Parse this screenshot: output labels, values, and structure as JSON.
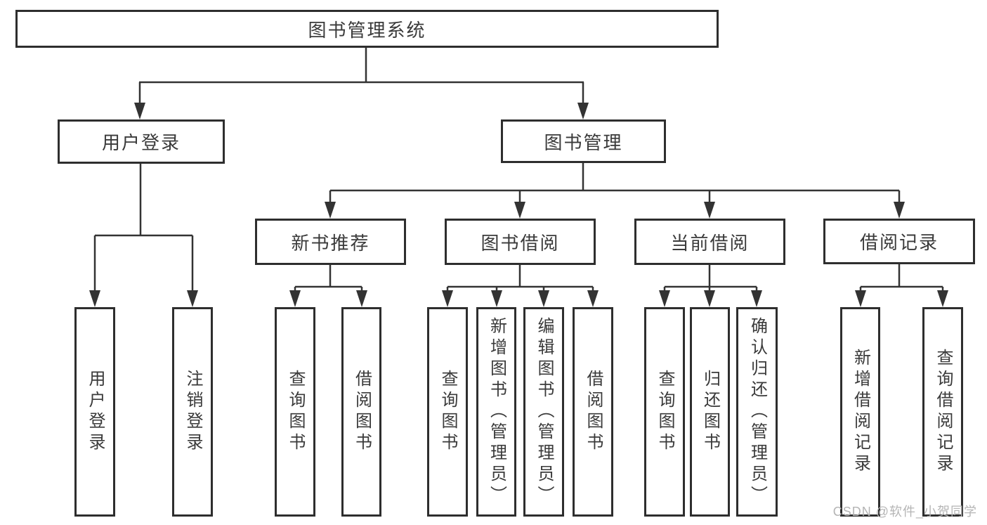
{
  "tree": {
    "label": "图书管理系统",
    "children": [
      {
        "label": "用户登录",
        "children": [
          {
            "label": "用户登录"
          },
          {
            "label": "注销登录"
          }
        ]
      },
      {
        "label": "图书管理",
        "children": [
          {
            "label": "新书推荐",
            "children": [
              {
                "label": "查询图书"
              },
              {
                "label": "借阅图书"
              }
            ]
          },
          {
            "label": "图书借阅",
            "children": [
              {
                "label": "查询图书"
              },
              {
                "label": "新增图书（管理员）"
              },
              {
                "label": "编辑图书（管理员）"
              },
              {
                "label": "借阅图书"
              }
            ]
          },
          {
            "label": "当前借阅",
            "children": [
              {
                "label": "查询图书"
              },
              {
                "label": "归还图书"
              },
              {
                "label": "确认归还（管理员）"
              }
            ]
          },
          {
            "label": "借阅记录",
            "children": [
              {
                "label": "新增借阅记录"
              },
              {
                "label": "查询借阅记录"
              }
            ]
          }
        ]
      }
    ]
  },
  "watermark": {
    "text": "CSDN @软件_小贺同学"
  },
  "colors": {
    "background": "#ffffff",
    "box_border": "#2e2e2e",
    "connector": "#333333",
    "text": "#3a3a3a",
    "watermark_text": "#b5b5b5"
  }
}
